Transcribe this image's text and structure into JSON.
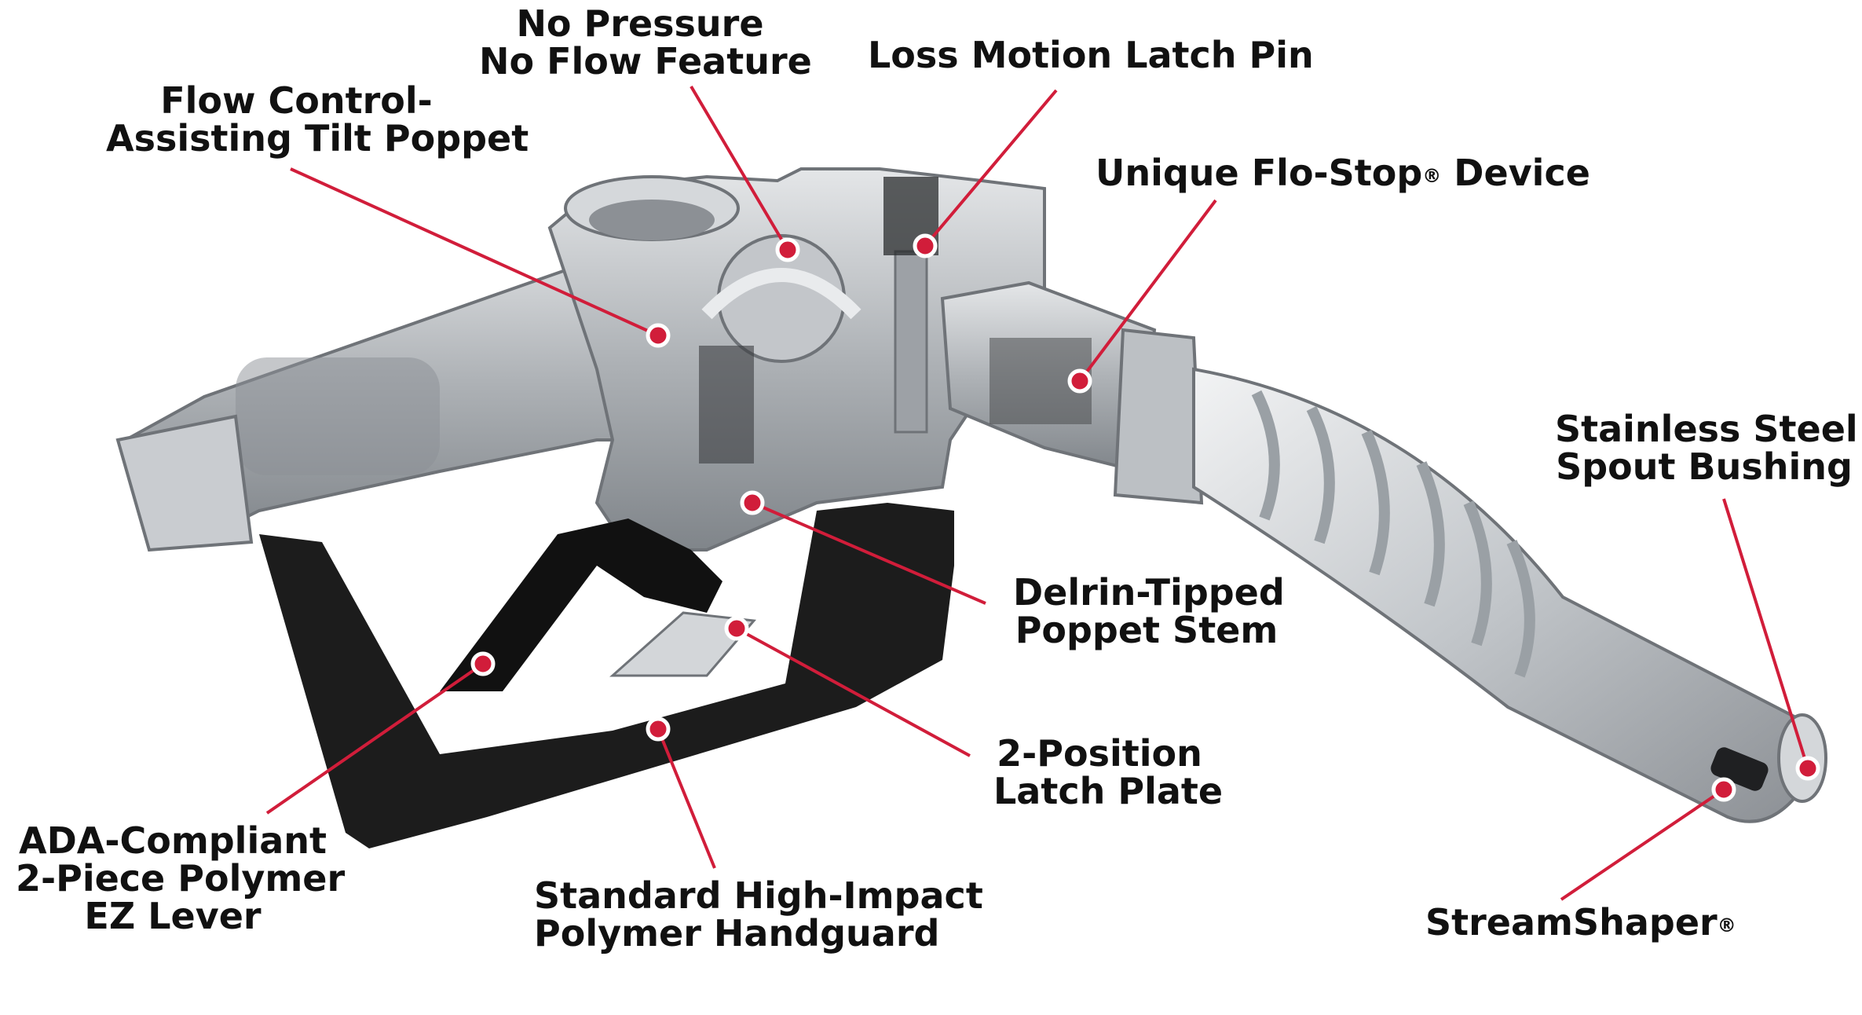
{
  "colors": {
    "callout": "#d11d3a",
    "metal": "#b9bcc0",
    "metal_dark": "#7f8388",
    "polymer": "#1c1c1c",
    "text": "#111111"
  },
  "labels": {
    "no_pressure": {
      "line1": "No Pressure",
      "line2": "No Flow Feature"
    },
    "loss_motion": {
      "line1": "Loss Motion Latch Pin"
    },
    "flow_control": {
      "line1": "Flow Control-",
      "line2": "Assisting Tilt Poppet"
    },
    "flo_stop": {
      "line1": "Unique Flo-Stop",
      "mark": "®",
      "line1b": " Device"
    },
    "stainless": {
      "line1": "Stainless Steel",
      "line2": "Spout Bushing"
    },
    "delrin": {
      "line1": "Delrin-Tipped",
      "line2": "Poppet Stem"
    },
    "latch_plate": {
      "line1": "2-Position",
      "line2": "Latch Plate"
    },
    "ada": {
      "line1": "ADA-Compliant",
      "line2": "2-Piece Polymer",
      "line3": "EZ Lever"
    },
    "handguard": {
      "line1": "Standard High-Impact",
      "line2": "Polymer Handguard"
    },
    "streamshaper": {
      "line1": "StreamShaper",
      "mark": "®"
    }
  },
  "icons": [
    "fuel-nozzle-cutaway-illustration",
    "callout-dot"
  ]
}
